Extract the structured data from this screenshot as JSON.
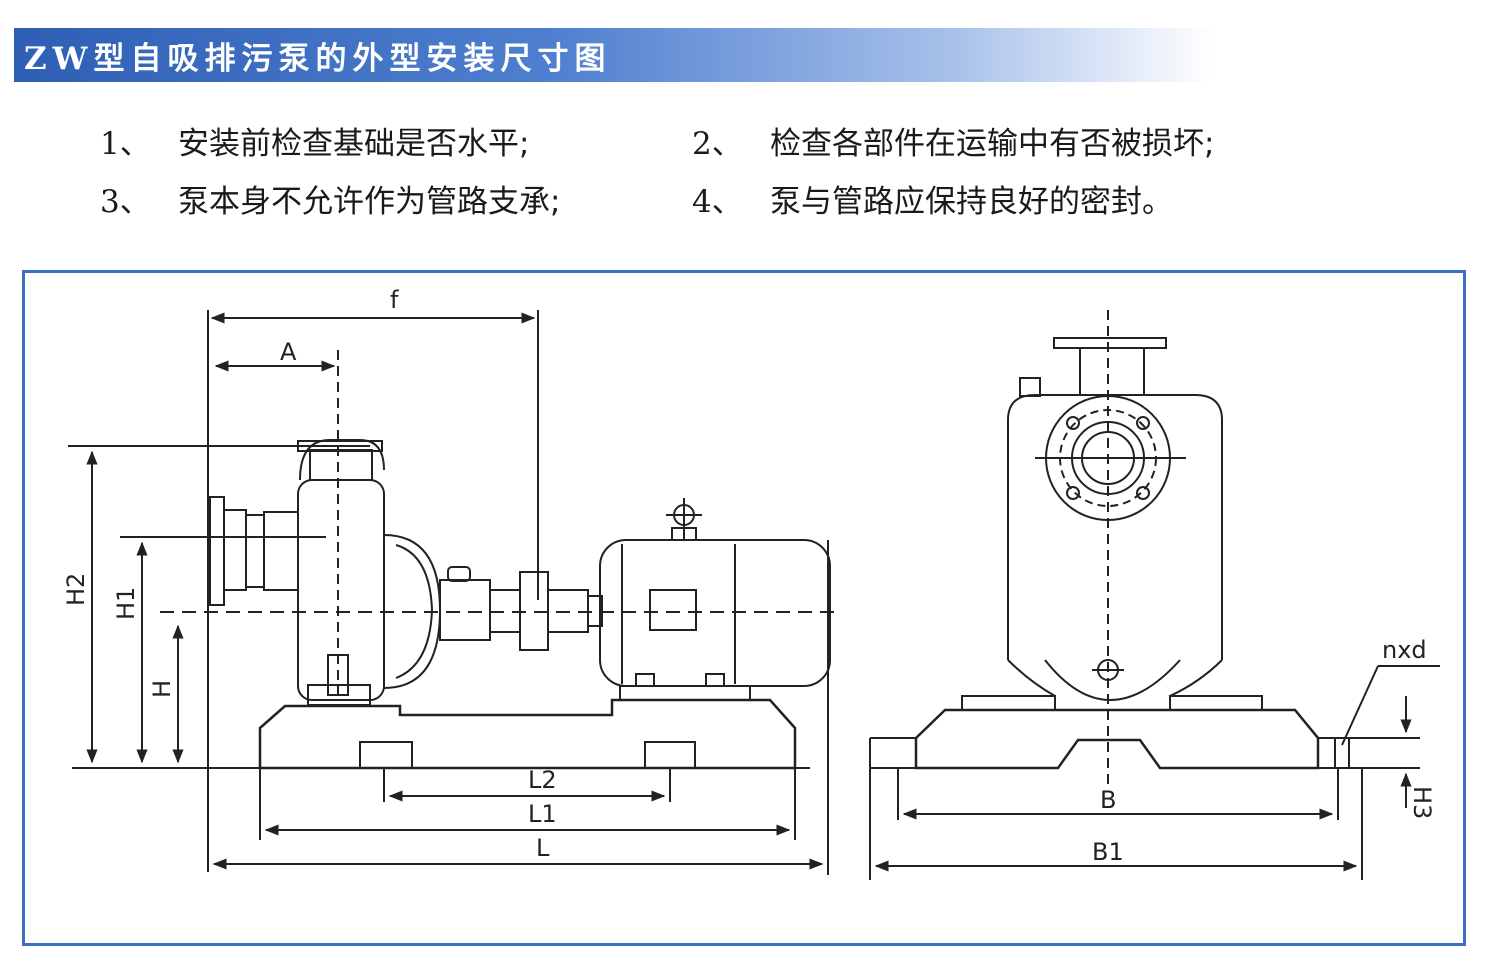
{
  "header": {
    "title": "ZW型自吸排污泵的外型安装尺寸图"
  },
  "notes": [
    {
      "num": "1、",
      "text": "安装前检查基础是否水平;"
    },
    {
      "num": "2、",
      "text": "检查各部件在运输中有否被损坏;"
    },
    {
      "num": "3、",
      "text": "泵本身不允许作为管路支承;"
    },
    {
      "num": "4、",
      "text": "泵与管路应保持良好的密封。"
    }
  ],
  "diagram": {
    "side_labels": {
      "f": "f",
      "A": "A",
      "H2": "H2",
      "H1": "H1",
      "H": "H",
      "L2": "L2",
      "L1": "L1",
      "L": "L"
    },
    "front_labels": {
      "nxd": "nxd",
      "B": "B",
      "B1": "B1",
      "H3": "H3"
    }
  },
  "colors": {
    "title_blue": "#2f5fb5",
    "frame_blue": "#3a6fc4",
    "line": "#222222"
  }
}
